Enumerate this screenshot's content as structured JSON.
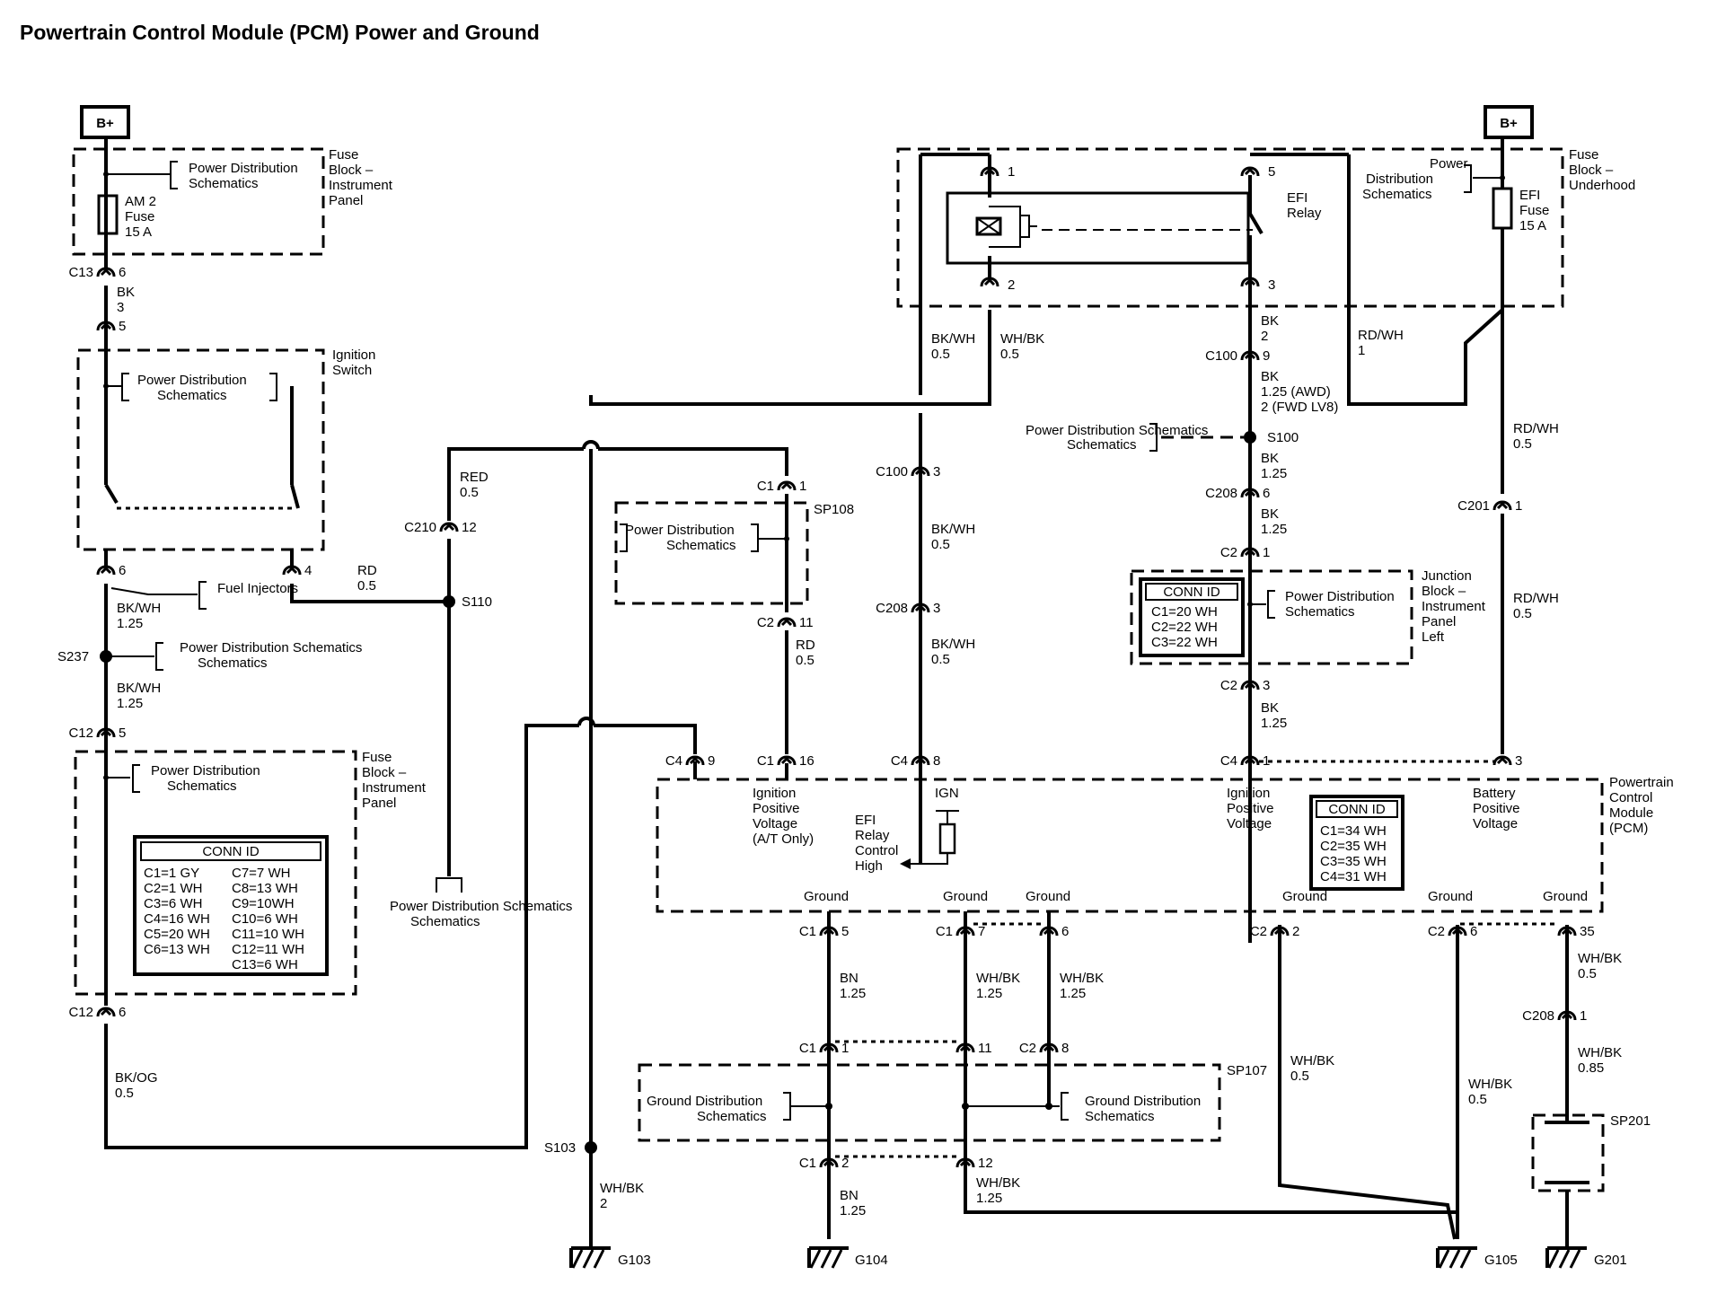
{
  "title": "Powertrain Control Module (PCM) Power and Ground",
  "battery_left": "B+",
  "battery_right": "B+",
  "fuse_block_ip_top": {
    "label": "Fuse Block – Instrument Panel",
    "pds": "Power Distribution Schematics",
    "fuse": "AM 2 Fuse 15 A"
  },
  "ignition_switch": {
    "label": "Ignition Switch",
    "pds": "Power Distribution Schematics"
  },
  "fuel_injectors": "Fuel Injectors",
  "pds_s237": "Power Distribution Schematics",
  "fuse_block_ip_bottom": {
    "label": "Fuse Block – Instrument Panel",
    "pds": "Power Distribution Schematics",
    "conn_id_title": "CONN ID",
    "conn_id_left": [
      "C1=1 GY",
      "C2=1 WH",
      "C3=6 WH",
      "C4=16 WH",
      "C5=20 WH",
      "C6=13 WH"
    ],
    "conn_id_right": [
      "C7=7 WH",
      "C8=13 WH",
      "C9=10WH",
      "C10=6 WH",
      "C11=10 WH",
      "C12=11 WH",
      "C13=6 WH"
    ]
  },
  "pds_s110": "Power Distribution Schematics",
  "sp108": {
    "label": "SP108",
    "pds": "Power Distribution Schematics"
  },
  "efi_relay": "EFI Relay",
  "fuse_block_underhood": {
    "label": "Fuse Block – Underhood",
    "pds": "Power Distribution Schematics",
    "fuse": "EFI Fuse 15 A"
  },
  "pds_s100": "Power Distribution Schematics",
  "junction_block": {
    "label": "Junction Block – Instrument Panel Left",
    "pds": "Power Distribution Schematics",
    "conn_id_title": "CONN ID",
    "conn_id": [
      "C1=20 WH",
      "C2=22 WH",
      "C3=22 WH"
    ]
  },
  "pcm": {
    "label": "Powertrain Control Module (PCM)",
    "ign_pos_at": "Ignition Positive Voltage (A/T Only)",
    "efi_relay_ctrl": "EFI Relay Control High",
    "ign": "IGN",
    "ign_pos": "Ignition Positive Voltage",
    "batt_pos": "Battery Positive Voltage",
    "conn_id_title": "CONN ID",
    "conn_id": [
      "C1=34 WH",
      "C2=35 WH",
      "C3=35 WH",
      "C4=31 WH"
    ],
    "ground": "Ground"
  },
  "sp107": {
    "label": "SP107",
    "gds_left": "Ground Distribution Schematics",
    "gds_right": "Ground Distribution Schematics"
  },
  "sp201": "SP201",
  "grounds": [
    "G103",
    "G104",
    "G105",
    "G201"
  ],
  "splices": {
    "s237": "S237",
    "s110": "S110",
    "s103": "S103",
    "s100": "S100"
  },
  "wire_labels": [
    {
      "id": "w1",
      "lines": [
        "BK",
        "3"
      ]
    },
    {
      "id": "w2",
      "lines": [
        "BK/WH",
        "1.25"
      ]
    },
    {
      "id": "w3",
      "lines": [
        "BK/WH",
        "1.25"
      ]
    },
    {
      "id": "w4",
      "lines": [
        "BK/OG",
        "0.5"
      ]
    },
    {
      "id": "w5",
      "lines": [
        "RD",
        "0.5"
      ]
    },
    {
      "id": "w6",
      "lines": [
        "RED",
        "0.5"
      ]
    },
    {
      "id": "w7",
      "lines": [
        "RD",
        "0.5"
      ]
    },
    {
      "id": "w8",
      "lines": [
        "BK/WH",
        "0.5"
      ]
    },
    {
      "id": "w9",
      "lines": [
        "WH/BK",
        "0.5"
      ]
    },
    {
      "id": "w10",
      "lines": [
        "BK/WH",
        "0.5"
      ]
    },
    {
      "id": "w11",
      "lines": [
        "BK/WH",
        "0.5"
      ]
    },
    {
      "id": "w12",
      "lines": [
        "BK",
        "2"
      ]
    },
    {
      "id": "w13",
      "lines": [
        "BK",
        "1.25 (AWD)",
        "2 (FWD LV8)"
      ]
    },
    {
      "id": "w14",
      "lines": [
        "BK",
        "1.25"
      ]
    },
    {
      "id": "w15",
      "lines": [
        "BK",
        "1.25"
      ]
    },
    {
      "id": "w16",
      "lines": [
        "BK",
        "1.25"
      ]
    },
    {
      "id": "w17",
      "lines": [
        "RD/WH",
        "1"
      ]
    },
    {
      "id": "w18",
      "lines": [
        "RD/WH",
        "0.5"
      ]
    },
    {
      "id": "w19",
      "lines": [
        "RD/WH",
        "0.5"
      ]
    },
    {
      "id": "w20",
      "lines": [
        "WH/BK",
        "2"
      ]
    },
    {
      "id": "w21",
      "lines": [
        "BN",
        "1.25"
      ]
    },
    {
      "id": "w22",
      "lines": [
        "WH/BK",
        "1.25"
      ]
    },
    {
      "id": "w23",
      "lines": [
        "WH/BK",
        "1.25"
      ]
    },
    {
      "id": "w24",
      "lines": [
        "BN",
        "1.25"
      ]
    },
    {
      "id": "w25",
      "lines": [
        "WH/BK",
        "1.25"
      ]
    },
    {
      "id": "w26",
      "lines": [
        "WH/BK",
        "0.5"
      ]
    },
    {
      "id": "w27",
      "lines": [
        "WH/BK",
        "0.5"
      ]
    },
    {
      "id": "w28",
      "lines": [
        "WH/BK",
        "0.5"
      ]
    },
    {
      "id": "w29",
      "lines": [
        "WH/BK",
        "0.85"
      ]
    }
  ],
  "connectors": [
    {
      "id": "c1",
      "name": "C13",
      "pin": "6"
    },
    {
      "id": "c2",
      "name": "",
      "pin": "5"
    },
    {
      "id": "c3",
      "name": "",
      "pin": "6"
    },
    {
      "id": "c4",
      "name": "",
      "pin": "4"
    },
    {
      "id": "c5",
      "name": "C12",
      "pin": "5"
    },
    {
      "id": "c6",
      "name": "C12",
      "pin": "6"
    },
    {
      "id": "c7",
      "name": "C210",
      "pin": "12"
    },
    {
      "id": "c8",
      "name": "C1",
      "pin": "1"
    },
    {
      "id": "c9",
      "name": "C2",
      "pin": "11"
    },
    {
      "id": "c10",
      "name": "C4",
      "pin": "9"
    },
    {
      "id": "c11",
      "name": "C1",
      "pin": "16"
    },
    {
      "id": "c12",
      "name": "",
      "pin": "1"
    },
    {
      "id": "c13",
      "name": "",
      "pin": "2"
    },
    {
      "id": "c14",
      "name": "",
      "pin": "5"
    },
    {
      "id": "c15",
      "name": "",
      "pin": "3"
    },
    {
      "id": "c16",
      "name": "C100",
      "pin": "3"
    },
    {
      "id": "c17",
      "name": "C208",
      "pin": "3"
    },
    {
      "id": "c18",
      "name": "C4",
      "pin": "8"
    },
    {
      "id": "c19",
      "name": "C100",
      "pin": "9"
    },
    {
      "id": "c20",
      "name": "C208",
      "pin": "6"
    },
    {
      "id": "c21",
      "name": "C2",
      "pin": "1"
    },
    {
      "id": "c22",
      "name": "C2",
      "pin": "3"
    },
    {
      "id": "c23",
      "name": "C4",
      "pin": "1"
    },
    {
      "id": "c24",
      "name": "C201",
      "pin": "1"
    },
    {
      "id": "c25",
      "name": "",
      "pin": "3"
    },
    {
      "id": "c26",
      "name": "C1",
      "pin": "5"
    },
    {
      "id": "c27",
      "name": "C1",
      "pin": "7"
    },
    {
      "id": "c28",
      "name": "",
      "pin": "6"
    },
    {
      "id": "c29",
      "name": "C2",
      "pin": "2"
    },
    {
      "id": "c30",
      "name": "C2",
      "pin": "6"
    },
    {
      "id": "c31",
      "name": "",
      "pin": "35"
    },
    {
      "id": "c32",
      "name": "C1",
      "pin": "1"
    },
    {
      "id": "c33",
      "name": "",
      "pin": "11"
    },
    {
      "id": "c34",
      "name": "C2",
      "pin": "8"
    },
    {
      "id": "c35",
      "name": "C1",
      "pin": "2"
    },
    {
      "id": "c36",
      "name": "",
      "pin": "12"
    },
    {
      "id": "c37",
      "name": "C208",
      "pin": "1"
    }
  ]
}
